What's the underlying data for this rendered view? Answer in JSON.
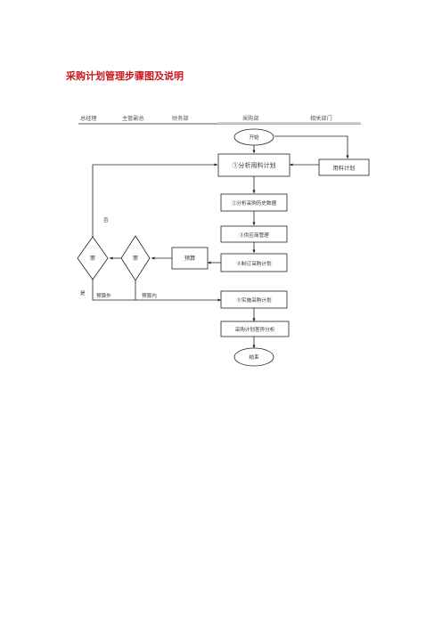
{
  "title": "采购计划管理步骤图及说明",
  "columns": [
    "总经理",
    "主管副总",
    "财务部",
    "采购部",
    "相关部门"
  ],
  "nodes": {
    "start": "开始",
    "step1": "①分析用料计划",
    "material_plan": "用料计划",
    "step2": "②分析采购历史数据",
    "step3": "③供应商管理",
    "step4": "④制订采购计划",
    "budget": "预算",
    "review_vp": "审",
    "review_gm": "审",
    "step5": "⑤实施采购计划",
    "variance": "采购计划差异分析",
    "end": "结束"
  },
  "edge_labels": {
    "no": "否",
    "yes": "是",
    "out_of_budget": "预算外",
    "in_budget": "预算内"
  }
}
